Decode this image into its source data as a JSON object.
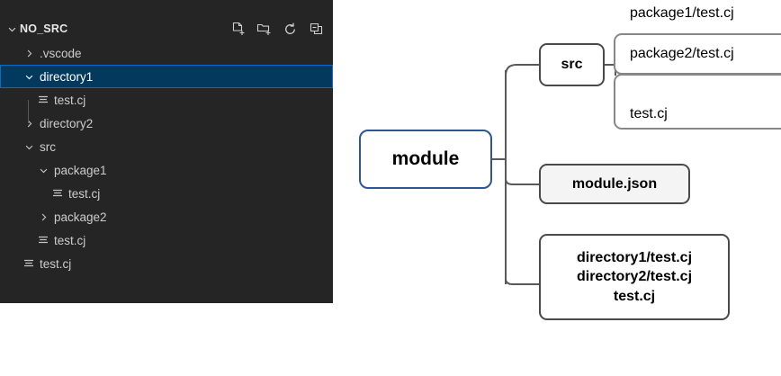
{
  "explorer": {
    "title": "NO_SRC",
    "header_twisty": "chevron-down",
    "actions": [
      {
        "name": "new-file-icon",
        "label": "New File"
      },
      {
        "name": "new-folder-icon",
        "label": "New Folder"
      },
      {
        "name": "refresh-icon",
        "label": "Refresh Explorer"
      },
      {
        "name": "collapse-all-icon",
        "label": "Collapse Folders in Explorer"
      }
    ],
    "tree": [
      {
        "label": ".vscode",
        "type": "folder",
        "state": "collapsed",
        "depth": 1,
        "selected": false
      },
      {
        "label": "directory1",
        "type": "folder",
        "state": "expanded",
        "depth": 1,
        "selected": true
      },
      {
        "label": "test.cj",
        "type": "file",
        "state": "",
        "depth": 2,
        "selected": false
      },
      {
        "label": "directory2",
        "type": "folder",
        "state": "collapsed",
        "depth": 1,
        "selected": false
      },
      {
        "label": "src",
        "type": "folder",
        "state": "expanded",
        "depth": 1,
        "selected": false
      },
      {
        "label": "package1",
        "type": "folder",
        "state": "expanded",
        "depth": 2,
        "selected": false
      },
      {
        "label": "test.cj",
        "type": "file",
        "state": "",
        "depth": 3,
        "selected": false
      },
      {
        "label": "package2",
        "type": "folder",
        "state": "collapsed",
        "depth": 2,
        "selected": false
      },
      {
        "label": "test.cj",
        "type": "file",
        "state": "",
        "depth": 2,
        "selected": false
      },
      {
        "label": "test.cj",
        "type": "file",
        "state": "",
        "depth": 1,
        "selected": false
      }
    ]
  },
  "diagram": {
    "root": "module",
    "nodes": {
      "src": "src",
      "module_json": "module.json",
      "package1": "package1/test.cj",
      "package2": "package2/test.cj",
      "src_test": "test.cj",
      "dirs_line1": "directory1/test.cj",
      "dirs_line2": "directory2/test.cj",
      "dirs_line3": "test.cj"
    },
    "colors": {
      "root_border": "#2f5597",
      "node_border": "#494949",
      "leaf_border": "#878787",
      "connector": "#595959",
      "module_json_fill": "#f4f4f4"
    }
  }
}
